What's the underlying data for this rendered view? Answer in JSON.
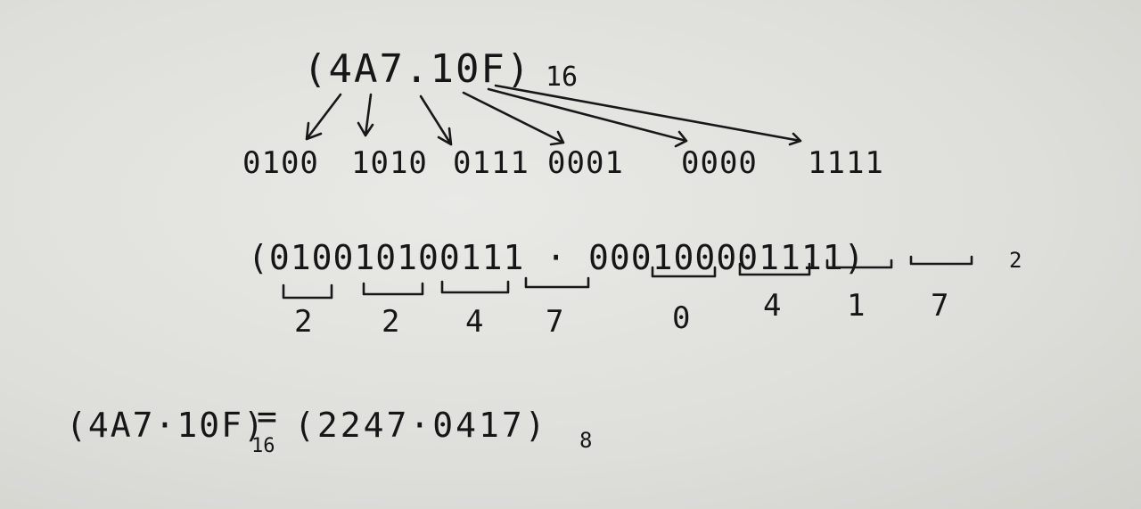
{
  "hex_number": "(4A7.10F)",
  "hex_base": "16",
  "binary_groups": [
    "0100",
    "1010",
    "0111",
    "0001",
    "0000",
    "1111"
  ],
  "binary_expression": "(010010100111 · 000100001111)",
  "binary_base": "2",
  "octal_integer_digits": [
    "2",
    "2",
    "4",
    "7"
  ],
  "octal_fraction_digits": [
    "0",
    "4",
    "1",
    "7"
  ],
  "result": {
    "lhs": "(4A7·10F)",
    "lhs_base": "16",
    "equals": "=",
    "rhs": "(2247·0417)",
    "rhs_base": "8"
  }
}
